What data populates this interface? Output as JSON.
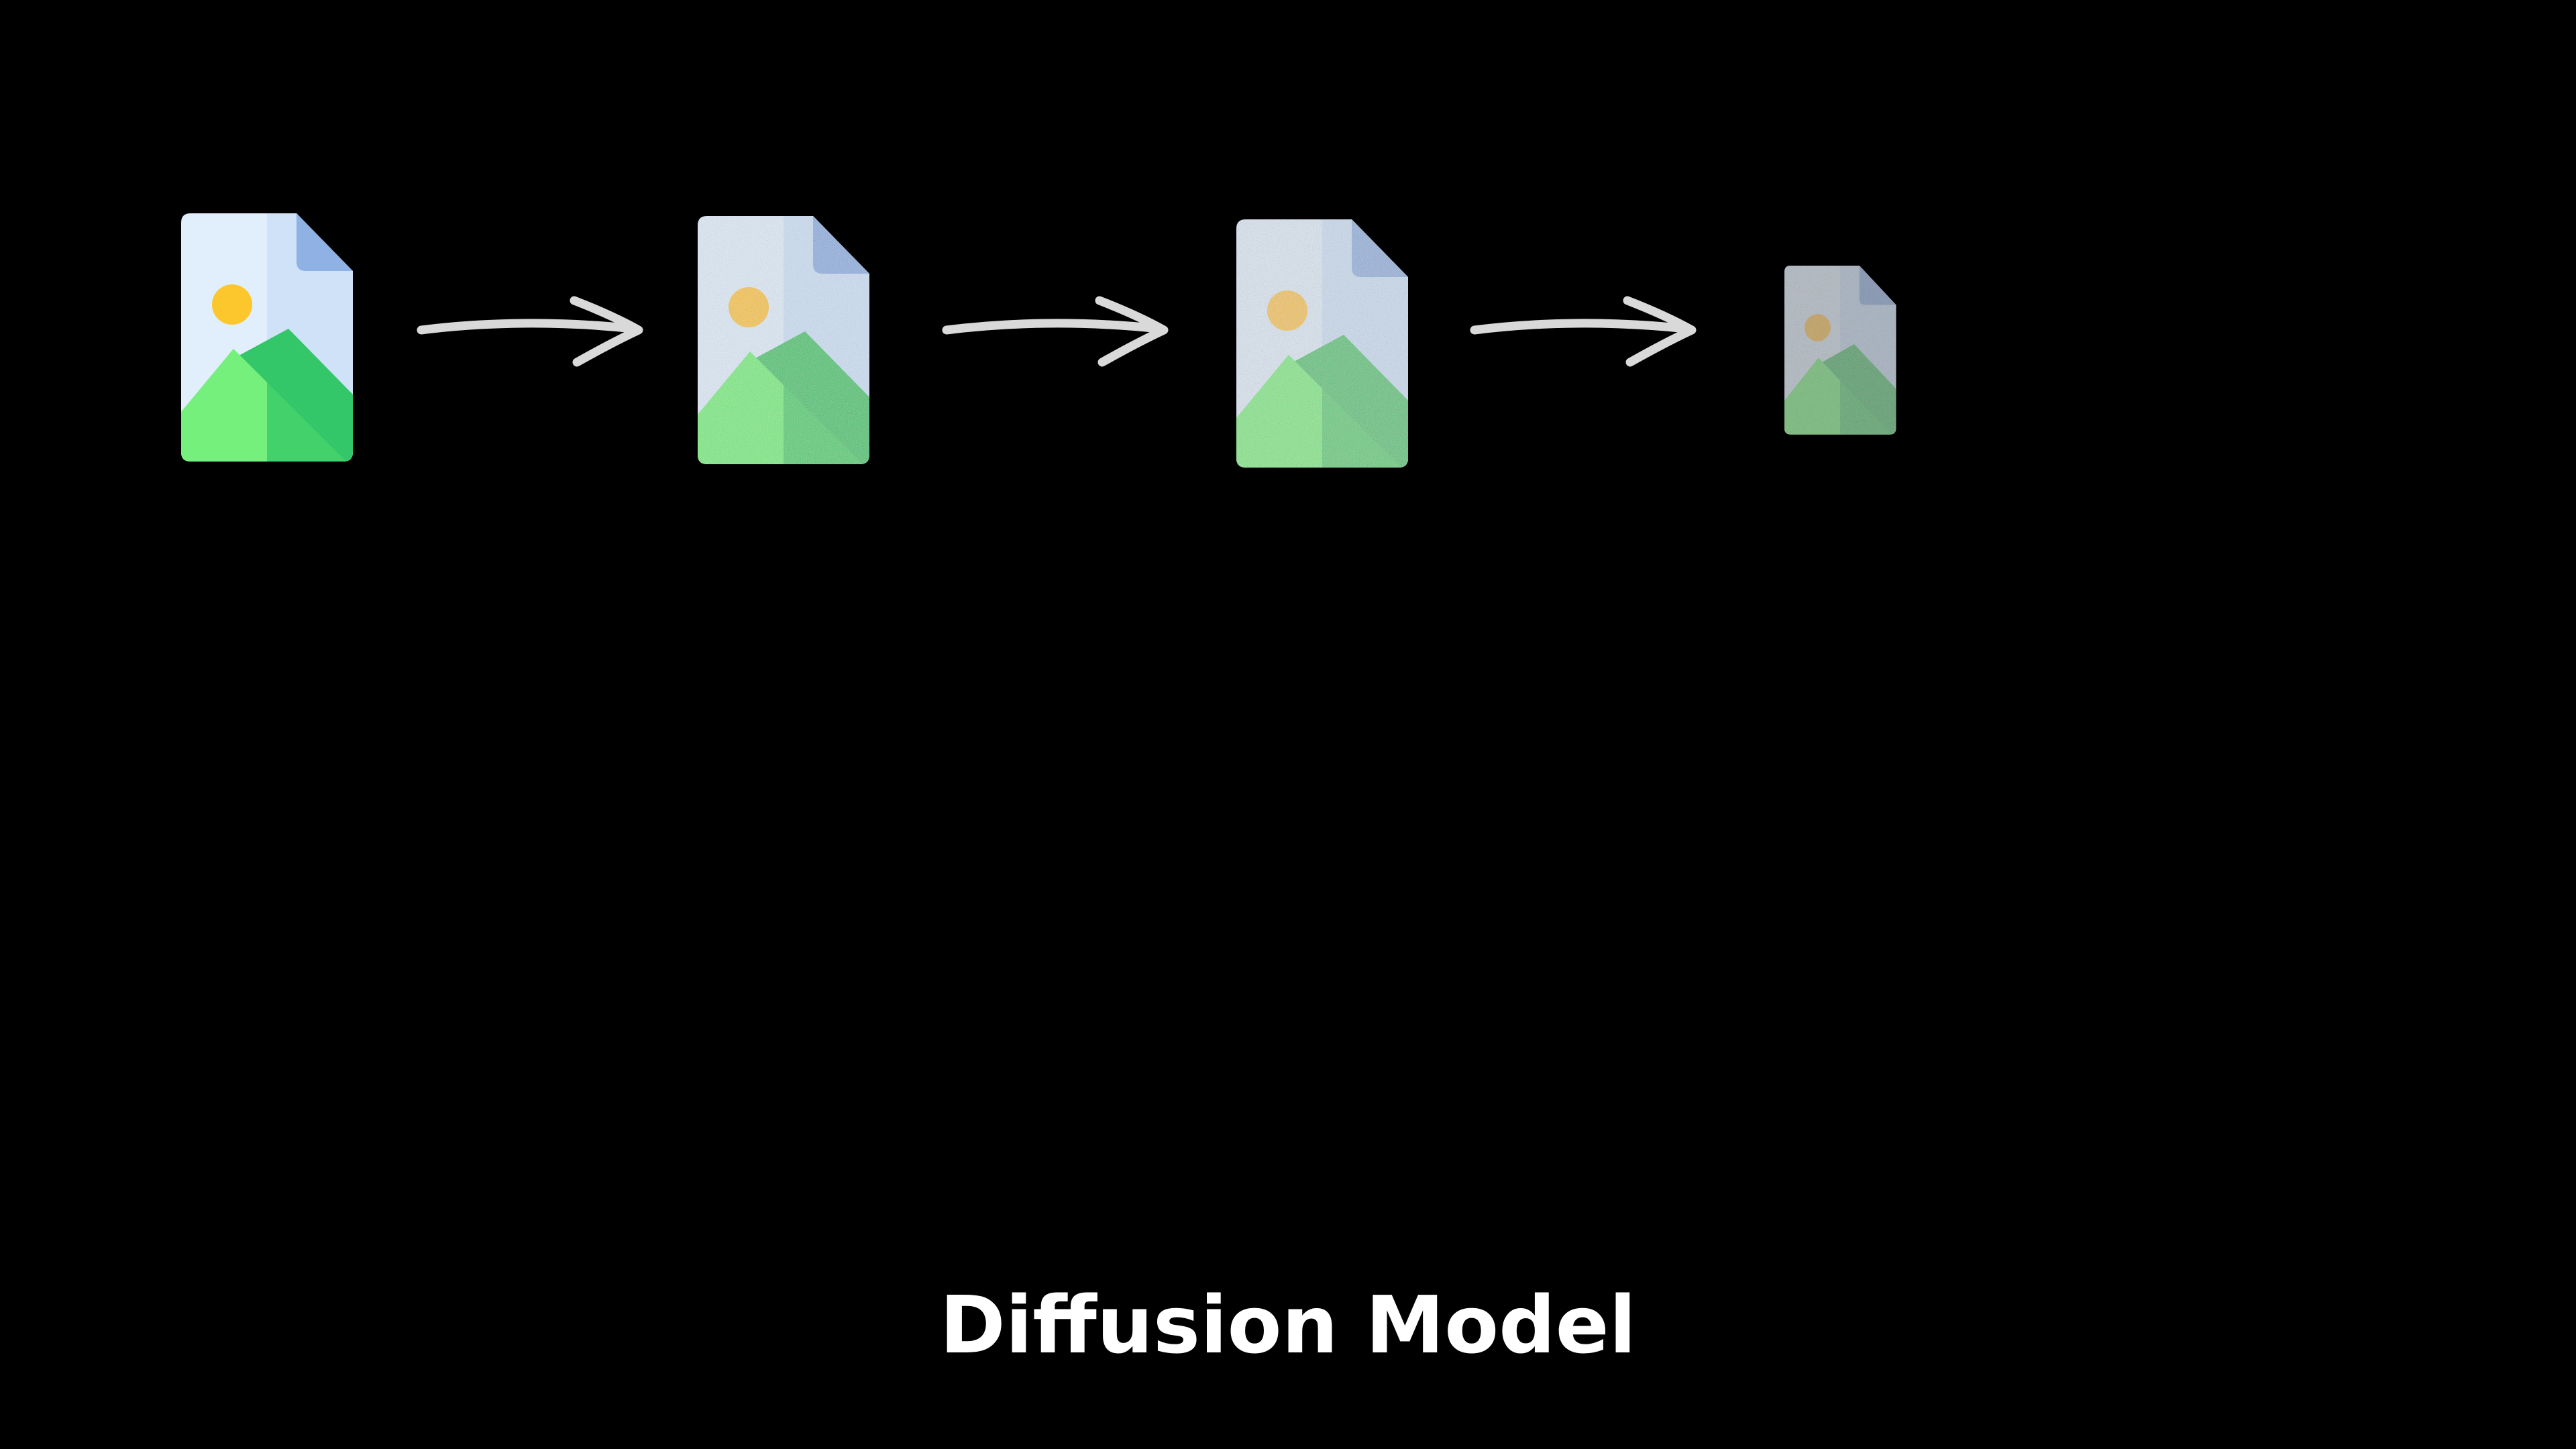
{
  "caption": "Diffusion Model",
  "stages": [
    {
      "name": "clean-image",
      "noise_level": 0.0
    },
    {
      "name": "noisy-image-1",
      "noise_level": 0.4
    },
    {
      "name": "noisy-image-2",
      "noise_level": 0.65
    },
    {
      "name": "noisy-image-3",
      "noise_level": 0.85
    }
  ],
  "colors": {
    "background": "#000000",
    "sky_light": "#e1eefb",
    "sky_right": "#cfe2f8",
    "fold": "#8fb1e3",
    "sun": "#fcc72c",
    "mountain_light": "#76f07d",
    "mountain_dark": "#34c76a",
    "arrow": "#d9d9d9",
    "caption": "#ffffff"
  },
  "icons": [
    "image-file-icon",
    "arrow-right-icon"
  ]
}
